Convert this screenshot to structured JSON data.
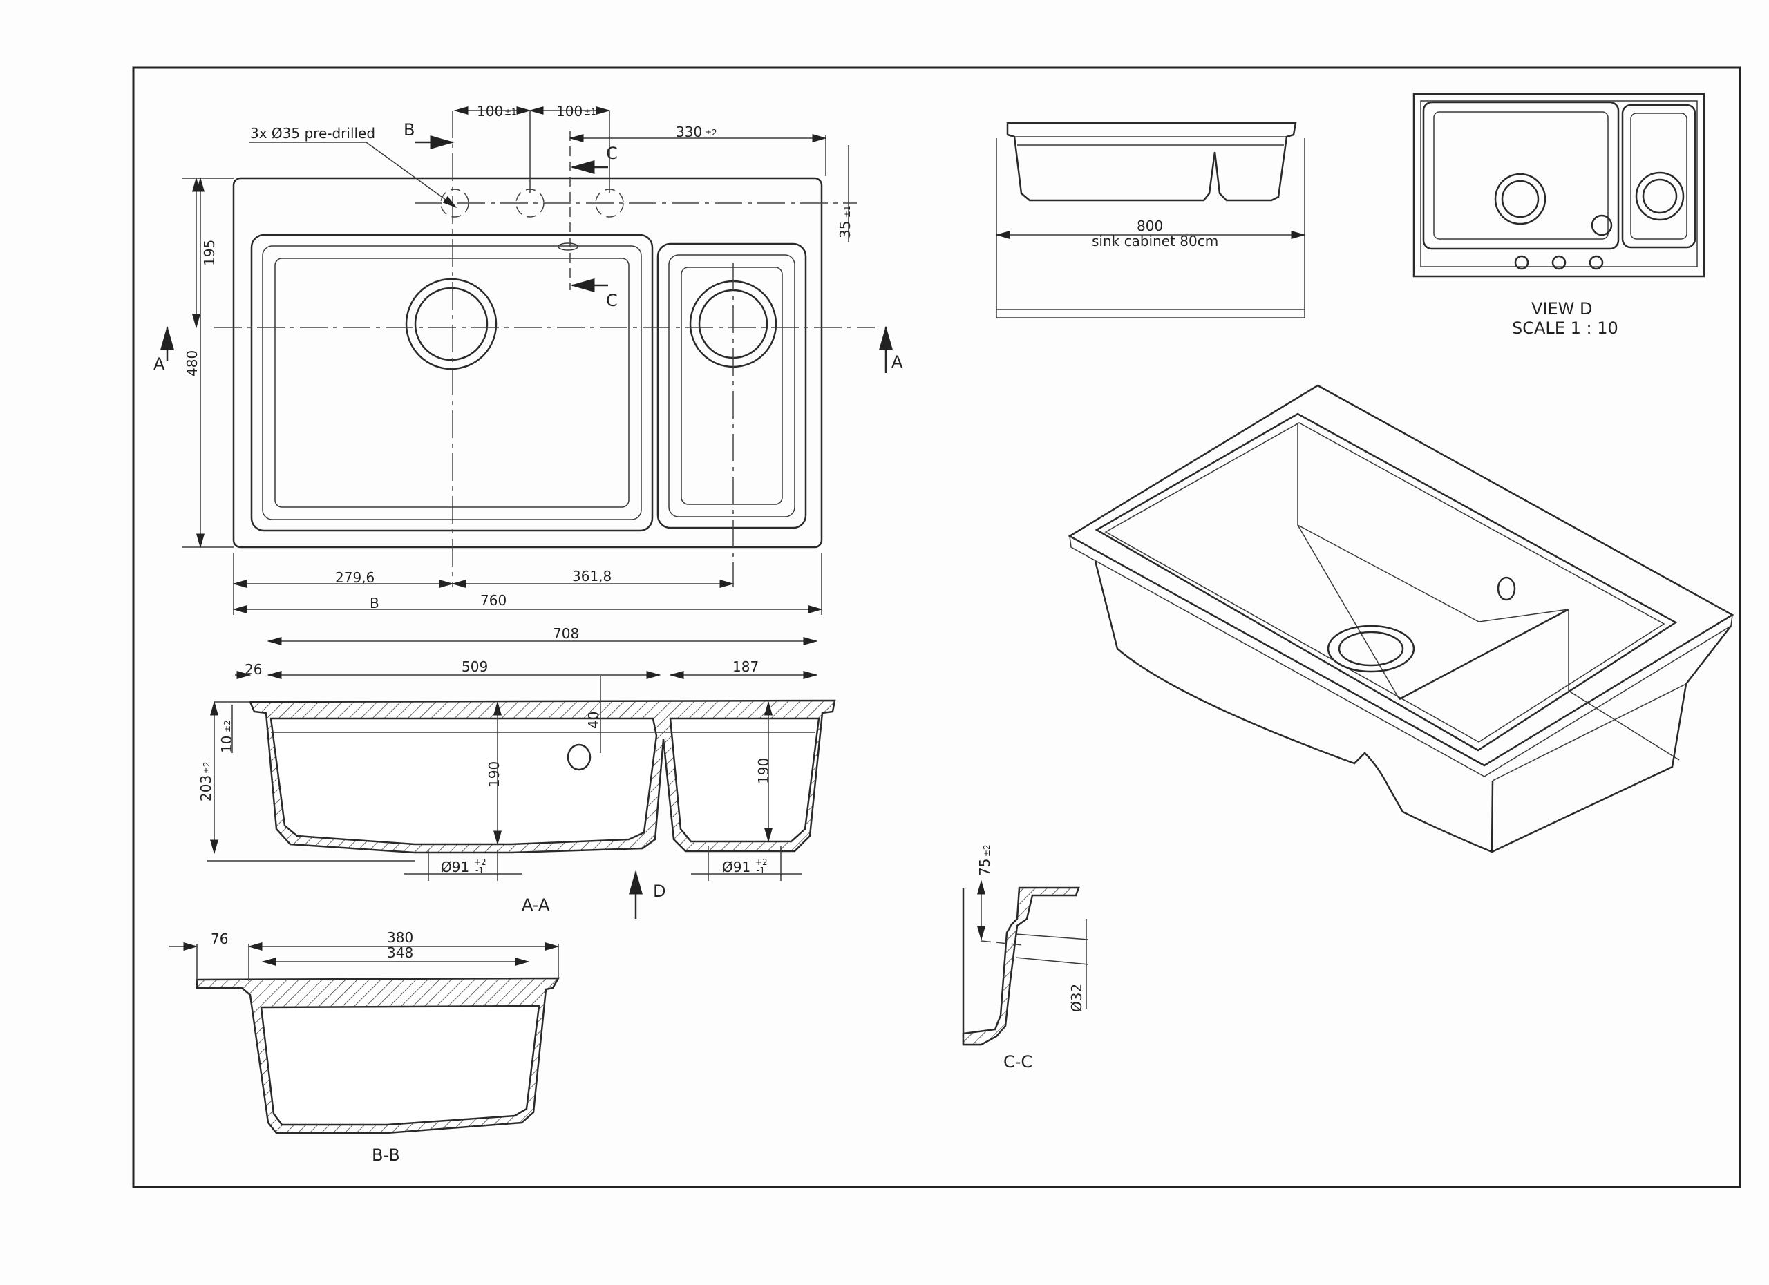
{
  "drawing": {
    "note_predrilled": "3x Ø35 pre-drilled",
    "top_view": {
      "dims": {
        "hole_spacing_1": "100",
        "hole_spacing_1_tol": "±1",
        "hole_spacing_2": "100",
        "hole_spacing_2_tol": "±1",
        "c_offset": "330",
        "c_offset_tol": "±2",
        "hole_edge": "35",
        "hole_edge_tol": "±1",
        "depth_to_center": "195",
        "depth": "480",
        "left_to_drain": "279,6",
        "drain_to_drain": "361,8",
        "width": "760"
      },
      "markers": {
        "b": "B",
        "c": "C",
        "a": "A"
      }
    },
    "section_aa": {
      "label": "A-A",
      "dims": {
        "inner_width": "708",
        "flange": "26",
        "big_bowl": "509",
        "small_bowl": "187",
        "overflow": "40",
        "rim": "10",
        "rim_tol": "±2",
        "height": "203",
        "height_tol": "±2",
        "big_depth": "190",
        "small_depth": "190",
        "drain1": "Ø91",
        "drain2": "Ø91",
        "drain_tol_plus": "+2",
        "drain_tol_minus": "-1"
      },
      "view_marker": "D"
    },
    "section_bb": {
      "label": "B-B",
      "dims": {
        "flange": "76",
        "outer": "380",
        "inner": "348"
      }
    },
    "section_cc": {
      "label": "C-C",
      "dims": {
        "hole_height": "75",
        "hole_height_tol": "±2",
        "hole_dia": "Ø32"
      }
    },
    "side_view": {
      "width": "800",
      "note": "sink cabinet 80cm"
    },
    "view_d": {
      "title": "VIEW D",
      "scale": "SCALE 1 : 10"
    }
  }
}
